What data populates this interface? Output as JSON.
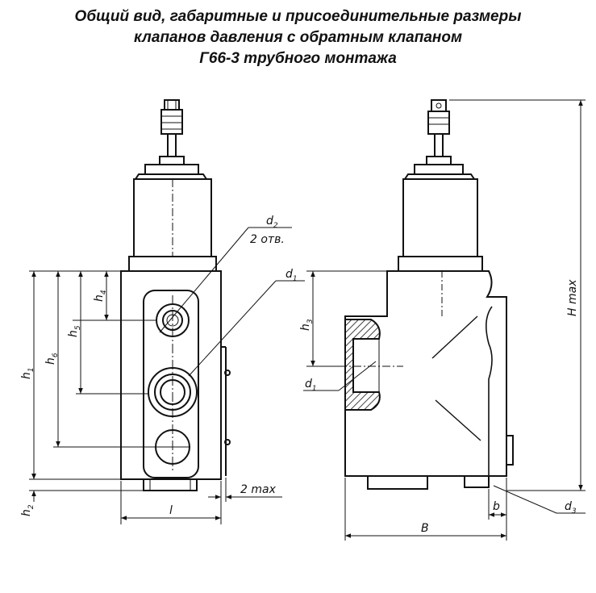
{
  "title": {
    "line1": "Общий вид, габаритные и присоединительные размеры",
    "line2": "клапанов давления с обратным клапаном",
    "line3": "Г66-3 трубного монтажа"
  },
  "front_view": {
    "d2_base": "d",
    "d2_sub": "2",
    "holes_note": "2 отв.",
    "d1_base": "d",
    "d1_sub": "1",
    "h1_base": "h",
    "h1_sub": "1",
    "h6_base": "h",
    "h6_sub": "6",
    "h5_base": "h",
    "h5_sub": "5",
    "h4_base": "h",
    "h4_sub": "4",
    "h2_base": "h",
    "h2_sub": "2",
    "l_label": "l",
    "max_2_label": "2 max"
  },
  "side_view": {
    "h3_base": "h",
    "h3_sub": "3",
    "d1_base": "d",
    "d1_sub": "1",
    "H_label": "H max",
    "B_label": "B",
    "b_label": "b",
    "d3_base": "d",
    "d3_sub": "3"
  },
  "colors": {
    "line": "#111111",
    "background": "#ffffff"
  }
}
